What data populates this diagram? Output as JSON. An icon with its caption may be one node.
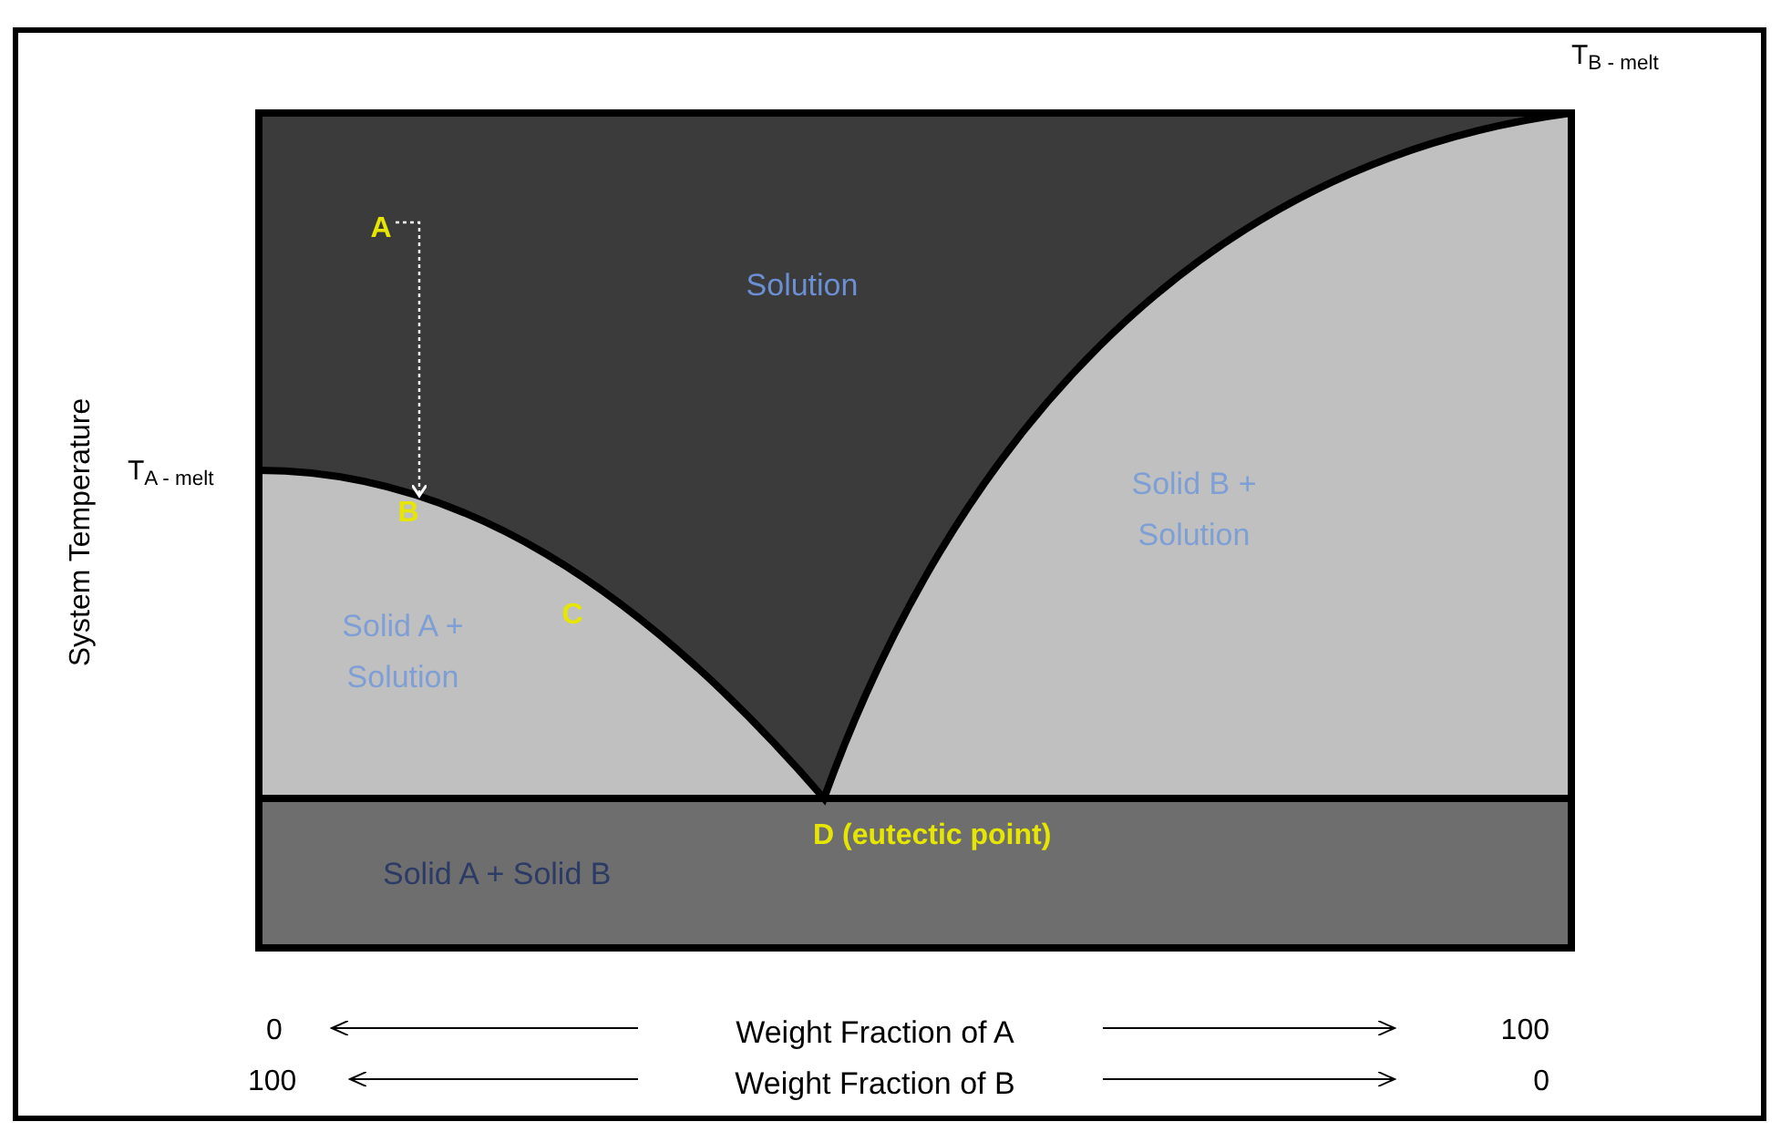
{
  "diagram": {
    "nodes": [
      {
        "text": [
          "A"
        ]
      },
      {
        "text": [
          "B"
        ]
      }
    ],
    "edges": [
      {
        "from": 0,
        "to": 1,
        "arrow": "to",
        "style": "dashed",
        "color": "#ffffff"
      }
    ],
    "labels": [
      "T$_{B - melt}$",
      "Solution",
      "System Temperature",
      "T$_{A - melt}$",
      "Solid B + Solution",
      "C",
      "Solid A + Solution",
      "D (eutectic point)",
      "Solid A + Solid B",
      "0",
      "Weight Fraction of A",
      "100",
      "100",
      "Weight Fraction of B",
      "0"
    ]
  }
}
